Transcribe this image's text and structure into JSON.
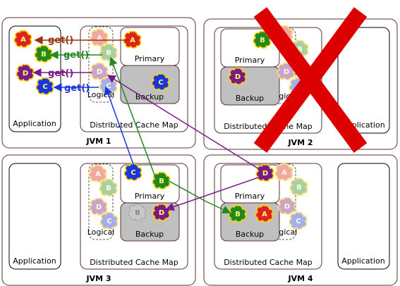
{
  "jvms": [
    {
      "id": "jvm1",
      "label": "JVM 1",
      "application": "Application",
      "cache_map": "Distributed Cache Map",
      "primary": "Primary",
      "backup": "Backup",
      "logical": "Logical"
    },
    {
      "id": "jvm2",
      "label": "JVM 2",
      "application": "Application",
      "cache_map": "Distributed Cache Map",
      "primary": "Primary",
      "backup": "Backup",
      "logical": "Logical"
    },
    {
      "id": "jvm3",
      "label": "JVM 3",
      "application": "Application",
      "cache_map": "Distributed Cache Map",
      "primary": "Primary",
      "backup": "Backup",
      "logical": "Logical"
    },
    {
      "id": "jvm4",
      "label": "JVM 4",
      "application": "Application",
      "cache_map": "Distributed Cache Map",
      "primary": "Primary",
      "backup": "Backup",
      "logical": "Logical"
    }
  ],
  "get_calls": [
    "get()",
    "get()",
    "get()",
    "get()"
  ],
  "blobs": {
    "A": {
      "letter": "A",
      "color": "#dd2222"
    },
    "B": {
      "letter": "B",
      "color": "#228822"
    },
    "C": {
      "letter": "C",
      "color": "#1a35dd"
    },
    "D": {
      "letter": "D",
      "color": "#7a1a8a"
    }
  },
  "failure_mark": "X",
  "colors": {
    "failure_x": "#dd0000",
    "border": "#5a3030",
    "backup_fill": "#c0c0c0",
    "arrow_brown": "#993311"
  }
}
